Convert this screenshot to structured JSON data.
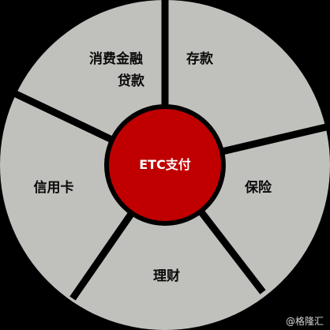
{
  "diagram": {
    "center_label": "ETC支付",
    "segments": [
      {
        "label_lines": [
          "消费金融",
          "贷款"
        ]
      },
      {
        "label_lines": [
          "存款"
        ]
      },
      {
        "label_lines": [
          "保险"
        ]
      },
      {
        "label_lines": [
          "理财"
        ]
      },
      {
        "label_lines": [
          "信用卡"
        ]
      }
    ],
    "watermark": "@格隆汇",
    "colors": {
      "background": "#000000",
      "segment_fill": "#c0c0bd",
      "divider": "#000000",
      "center_fill": "#c00000",
      "center_text": "#ffffff",
      "label_text": "#0a0a0a"
    }
  }
}
